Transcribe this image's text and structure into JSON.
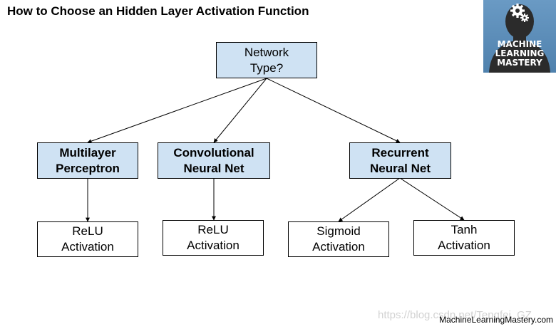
{
  "title": "How to Choose an Hidden Layer Activation Function",
  "logo": {
    "lines": [
      "MACHINE",
      "LEARNING",
      "MASTERY"
    ],
    "icon": "head-with-gears-icon",
    "colors": {
      "background": "#5a8bb6",
      "silhouette": "#2b2b2b",
      "text": "#ffffff"
    }
  },
  "nodes": {
    "root": {
      "line1": "Network",
      "line2": "Type?"
    },
    "mlp": {
      "line1": "Multilayer",
      "line2": "Perceptron"
    },
    "cnn": {
      "line1": "Convolutional",
      "line2": "Neural Net"
    },
    "rnn": {
      "line1": "Recurrent",
      "line2": "Neural Net"
    },
    "relu_mlp": {
      "line1": "ReLU",
      "line2": "Activation"
    },
    "relu_cnn": {
      "line1": "ReLU",
      "line2": "Activation"
    },
    "sigmoid": {
      "line1": "Sigmoid",
      "line2": "Activation"
    },
    "tanh": {
      "line1": "Tanh",
      "line2": "Activation"
    }
  },
  "edges": [
    [
      "root",
      "mlp"
    ],
    [
      "root",
      "cnn"
    ],
    [
      "root",
      "rnn"
    ],
    [
      "mlp",
      "relu_mlp"
    ],
    [
      "cnn",
      "relu_cnn"
    ],
    [
      "rnn",
      "sigmoid"
    ],
    [
      "rnn",
      "tanh"
    ]
  ],
  "colors": {
    "decision_fill": "#cfe2f3",
    "leaf_fill": "#ffffff",
    "border": "#000000"
  },
  "footer": "MachineLearningMastery.com",
  "watermark": "https://blog.csdn.net/Tengfei_GZ"
}
